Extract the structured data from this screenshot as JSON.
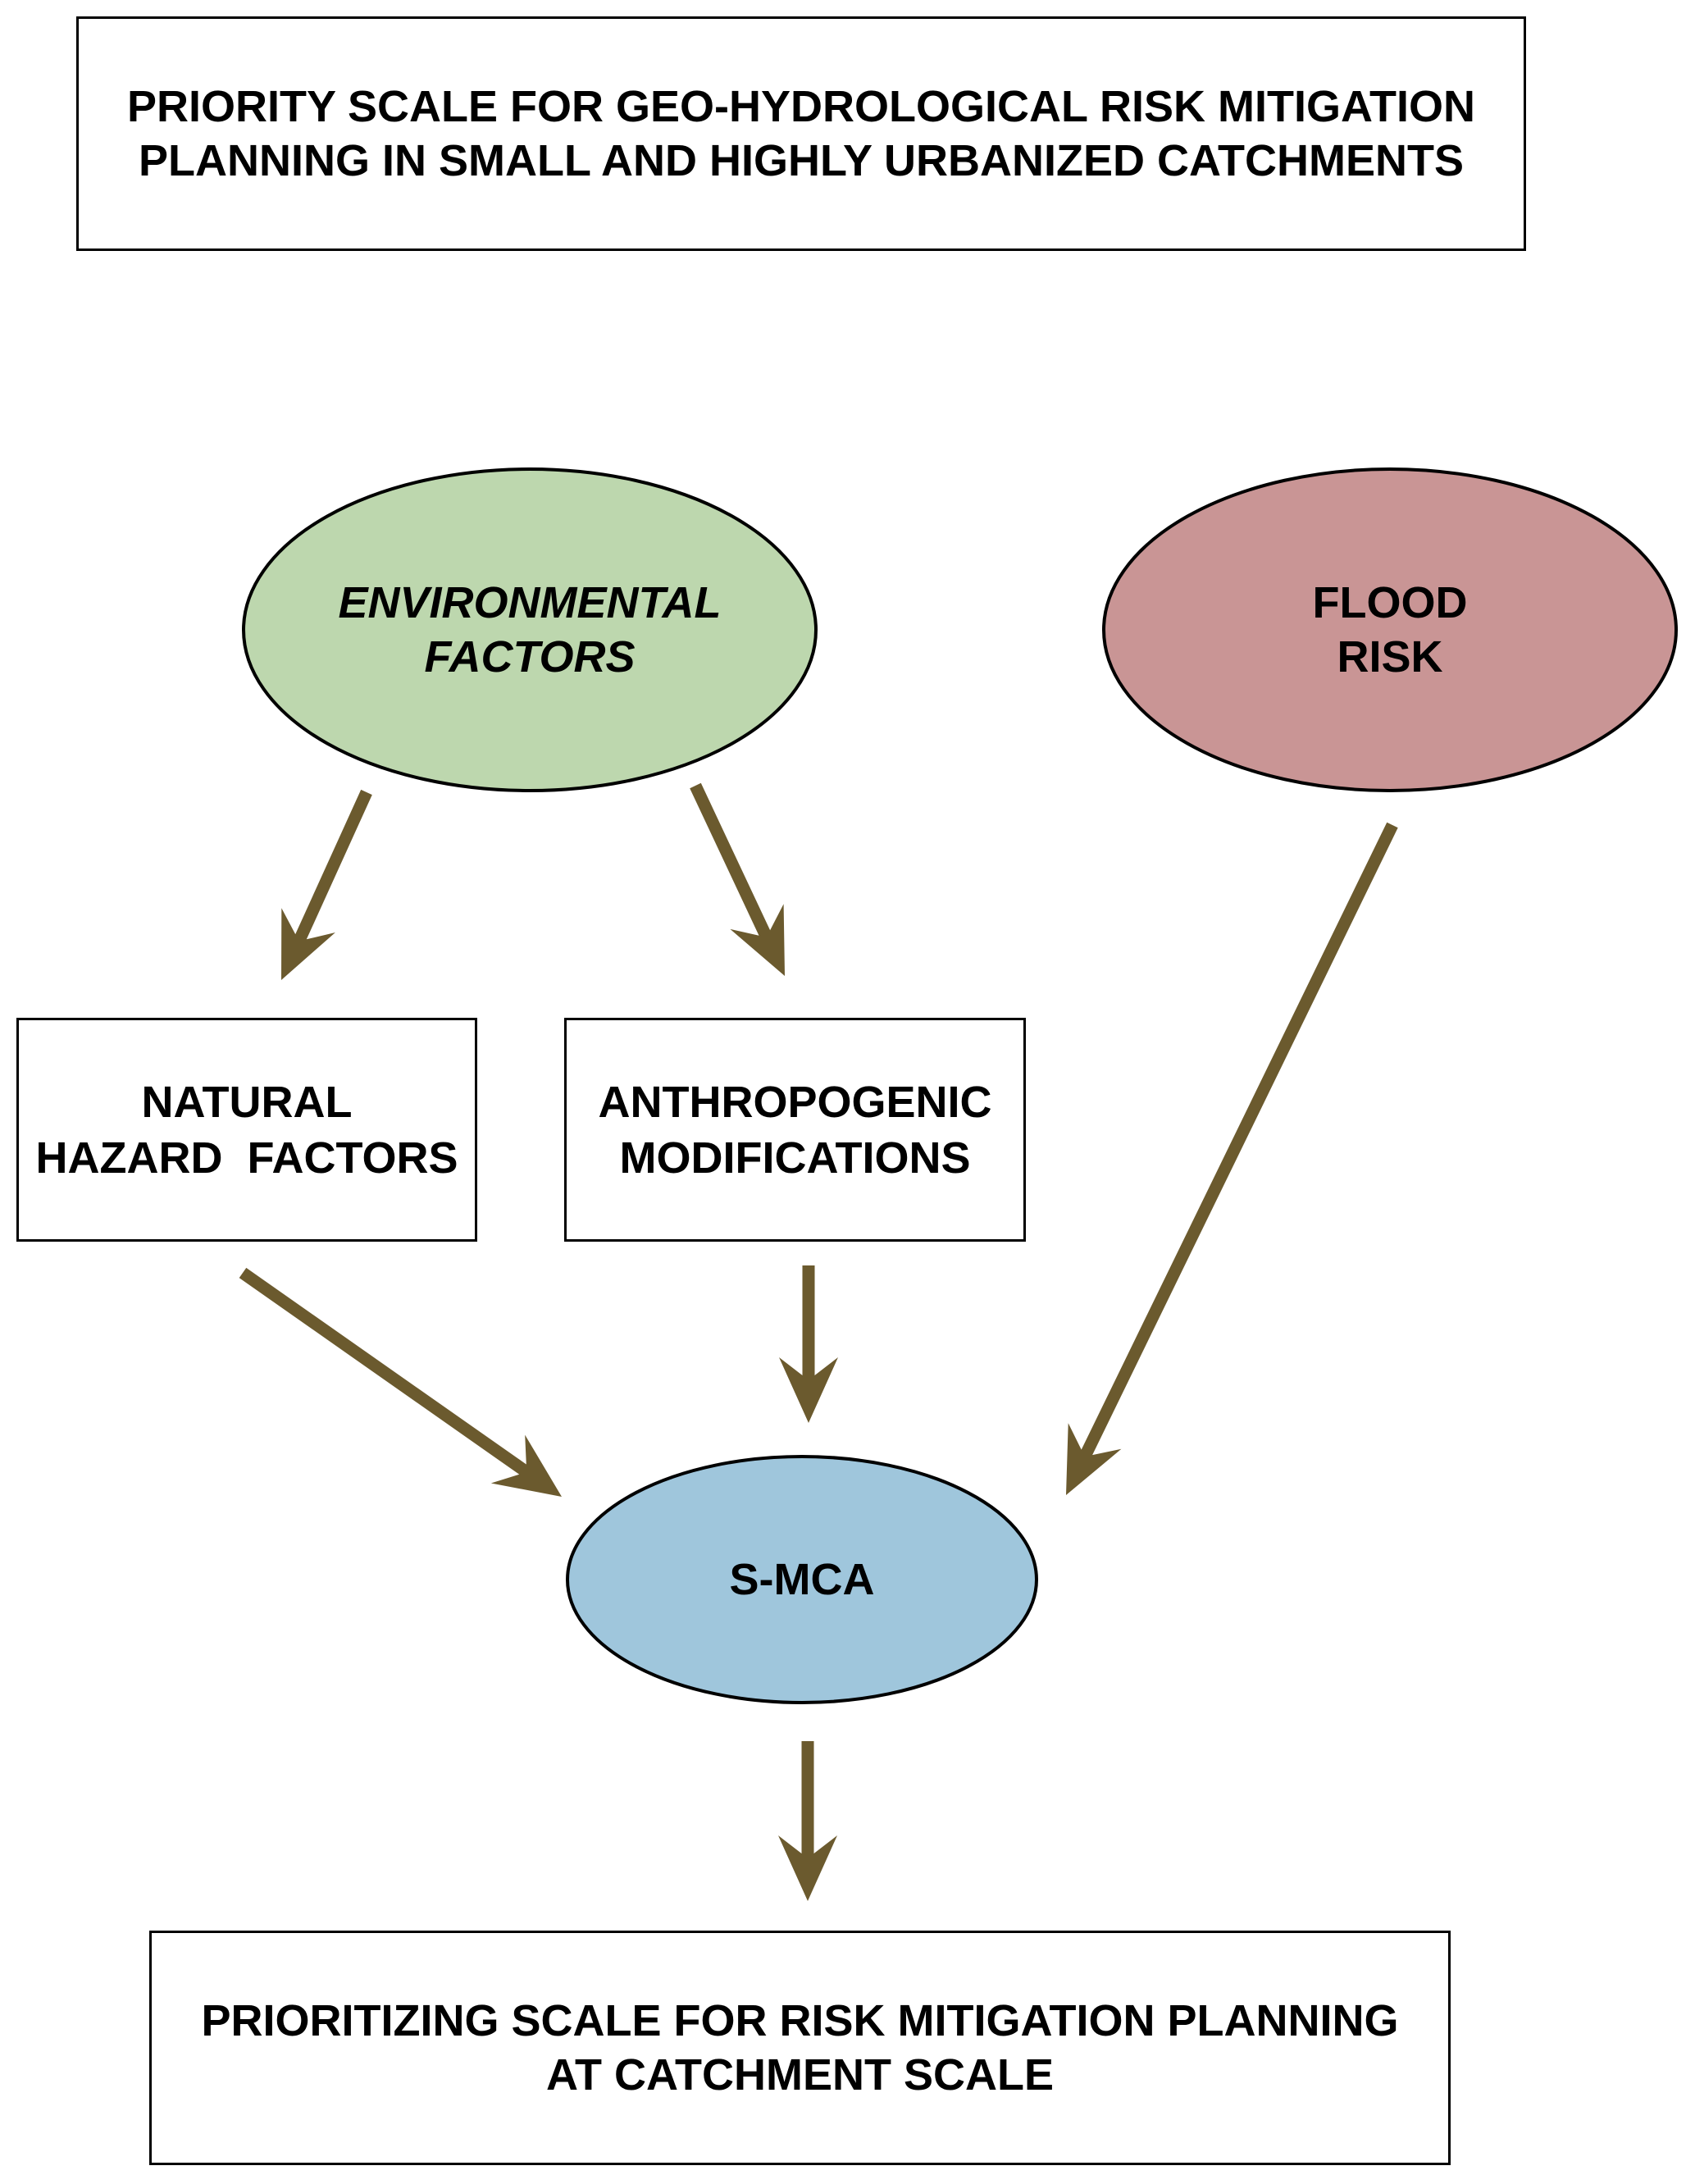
{
  "colors": {
    "arrow": "#6b5a2e",
    "environmental_fill": "#bdd7ae",
    "flood_fill": "#c99595",
    "smca_fill": "#9fc6dc",
    "stroke": "#000000"
  },
  "title_box": {
    "lines": [
      "PRIORITY SCALE FOR GEO-HYDROLOGICAL RISK MITIGATION",
      "PLANNING IN SMALL AND HIGHLY URBANIZED CATCHMENTS"
    ]
  },
  "nodes": {
    "environmental": {
      "lines": [
        "ENVIRONMENTAL",
        "FACTORS"
      ]
    },
    "flood_risk": {
      "lines": [
        "FLOOD",
        "RISK"
      ]
    },
    "natural": {
      "lines": [
        "NATURAL",
        "HAZARD  FACTORS"
      ]
    },
    "anthropogenic": {
      "lines": [
        "ANTHROPOGENIC",
        "MODIFICATIONS"
      ]
    },
    "smca": {
      "lines": [
        "S-MCA"
      ]
    }
  },
  "bottom_box": {
    "lines": [
      "PRIORITIZING SCALE FOR RISK MITIGATION PLANNING",
      "AT CATCHMENT SCALE"
    ]
  },
  "edges": [
    {
      "from": "environmental",
      "to": "natural"
    },
    {
      "from": "environmental",
      "to": "anthropogenic"
    },
    {
      "from": "natural",
      "to": "smca"
    },
    {
      "from": "anthropogenic",
      "to": "smca"
    },
    {
      "from": "flood_risk",
      "to": "smca"
    },
    {
      "from": "smca",
      "to": "bottom_box"
    }
  ]
}
